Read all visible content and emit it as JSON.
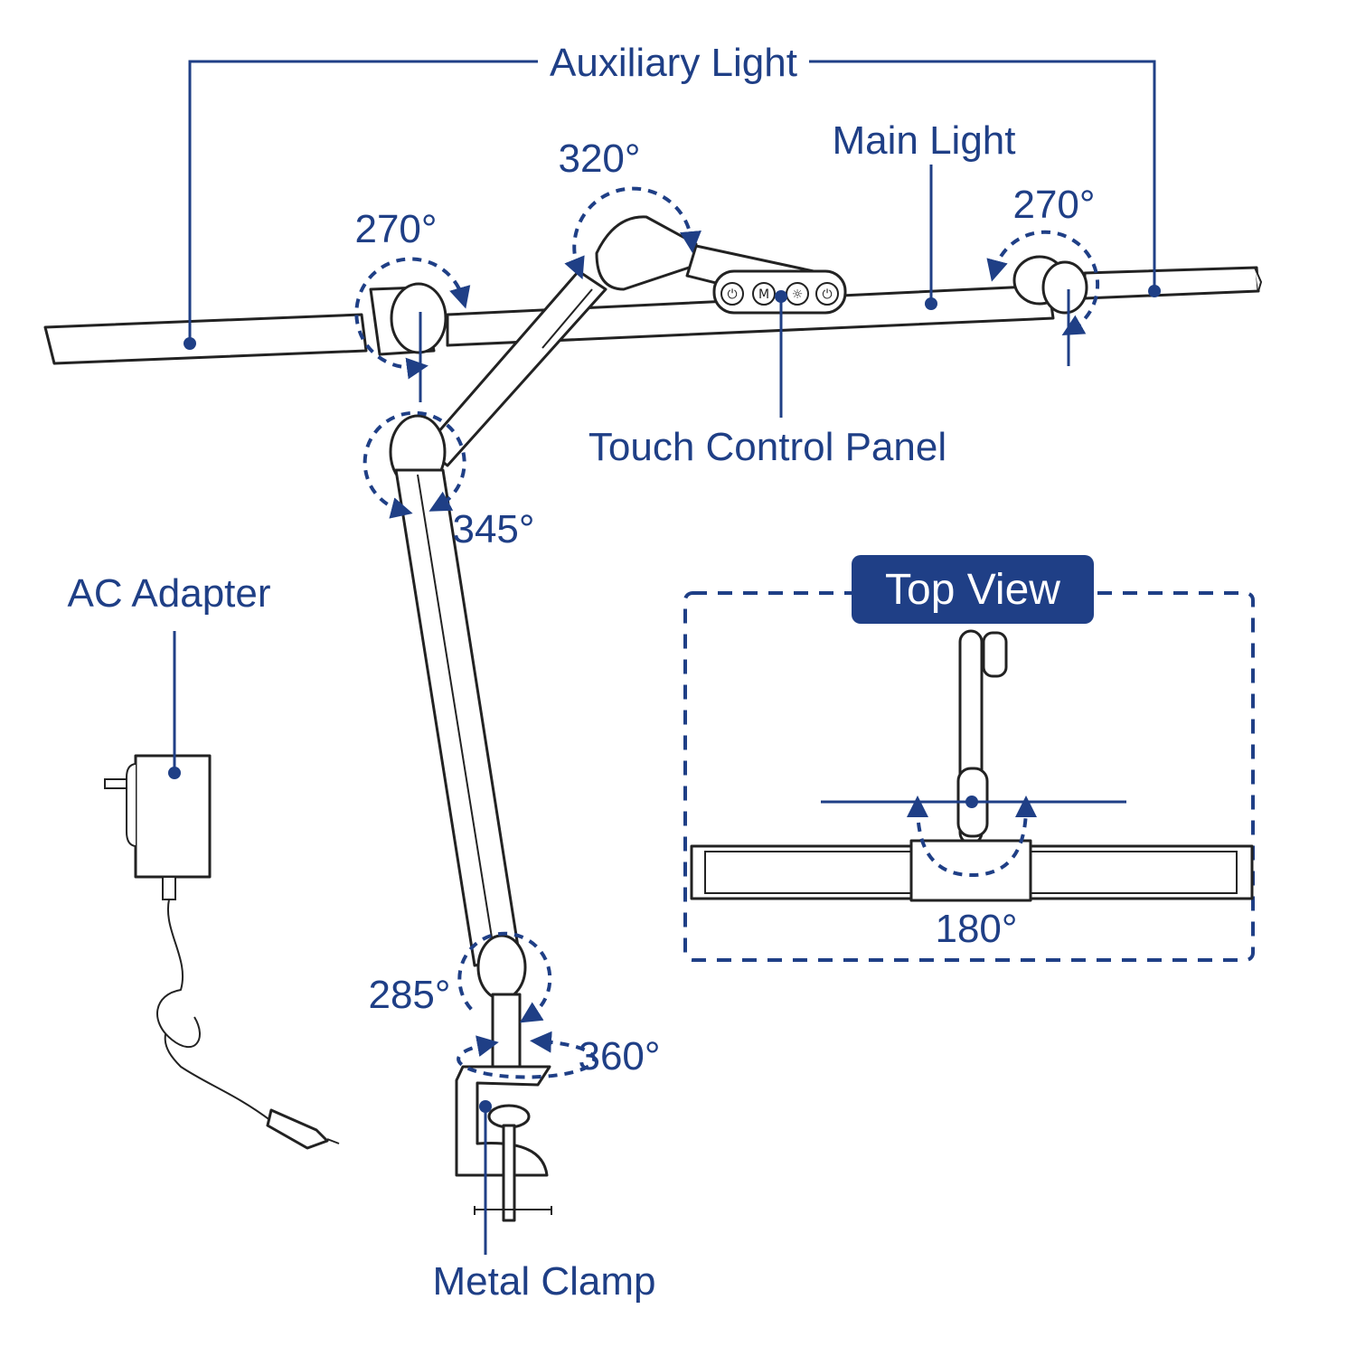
{
  "labels": {
    "auxiliary_light": "Auxiliary Light",
    "main_light": "Main Light",
    "touch_control_panel": "Touch Control Panel",
    "ac_adapter": "AC Adapter",
    "metal_clamp": "Metal Clamp",
    "top_view": "Top View"
  },
  "angles": {
    "left_bar_hinge": "270°",
    "head_tilt": "320°",
    "right_bar_hinge": "270°",
    "upper_elbow": "345°",
    "lower_elbow": "285°",
    "base_swivel": "360°",
    "top_view_rotation": "180°"
  },
  "control_panel": {
    "buttons": [
      "⏻",
      "M",
      "☼",
      "⏻"
    ]
  },
  "colors": {
    "accent": "#1f3f86",
    "outline": "#222222",
    "background": "#ffffff"
  }
}
